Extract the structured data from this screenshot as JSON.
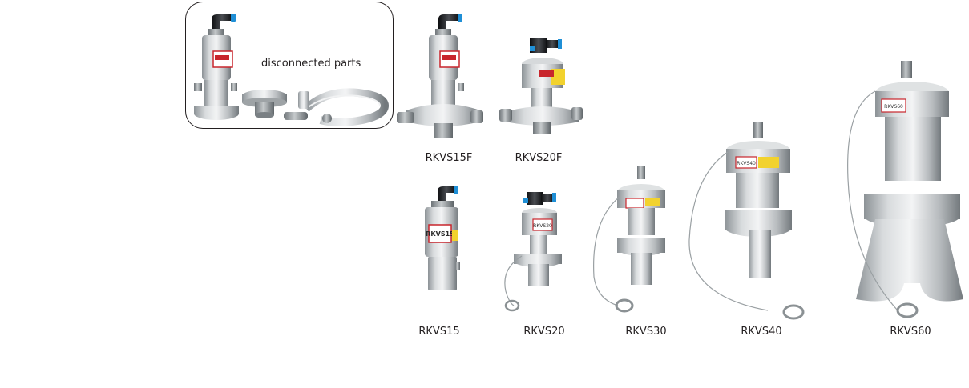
{
  "kit_caption": "disconnected parts",
  "products": [
    {
      "model": "RKVS15F"
    },
    {
      "model": "RKVS20F"
    },
    {
      "model": "RKVS15"
    },
    {
      "model": "RKVS20"
    },
    {
      "model": "RKVS30"
    },
    {
      "model": "RKVS40"
    },
    {
      "model": "RKVS60"
    }
  ],
  "label_texts": {
    "rkvs15": "RKVS15",
    "rkvs20": "RKVS20",
    "rkvs40": "RKVS40",
    "rkvs60": "RKVS60"
  },
  "colors": {
    "steel_light": "#e4e6e7",
    "steel_mid": "#b9bdc0",
    "steel_dark": "#7d8387",
    "fitting_black": "#1d1f22",
    "fitting_blue": "#1f8fd6",
    "label_red": "#c8252c",
    "label_yellow": "#f2d22e",
    "wire": "#9aa0a3"
  }
}
